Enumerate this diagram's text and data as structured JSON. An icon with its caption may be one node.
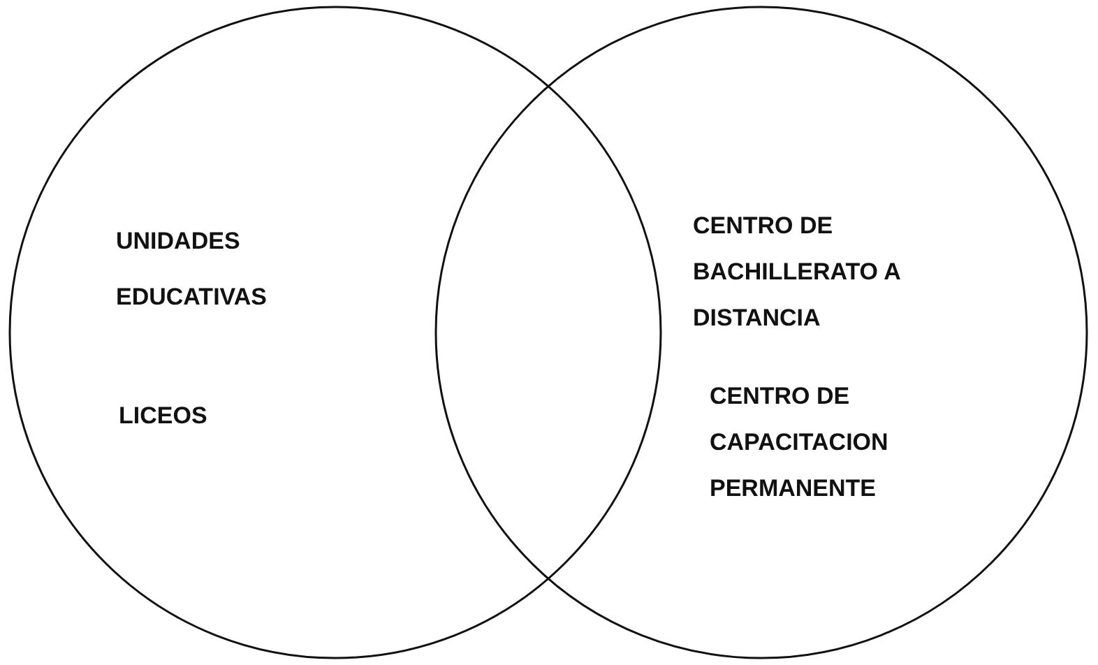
{
  "diagram": {
    "nodes": [
      {
        "text": [
          "UNIDADES EDUCATIVAS",
          "LICEOS"
        ]
      },
      {
        "text": [
          "CENTRO DE BACHILLERATO A DISTANCIA",
          "CENTRO DE CAPACITACION PERMANENTE"
        ]
      }
    ]
  }
}
